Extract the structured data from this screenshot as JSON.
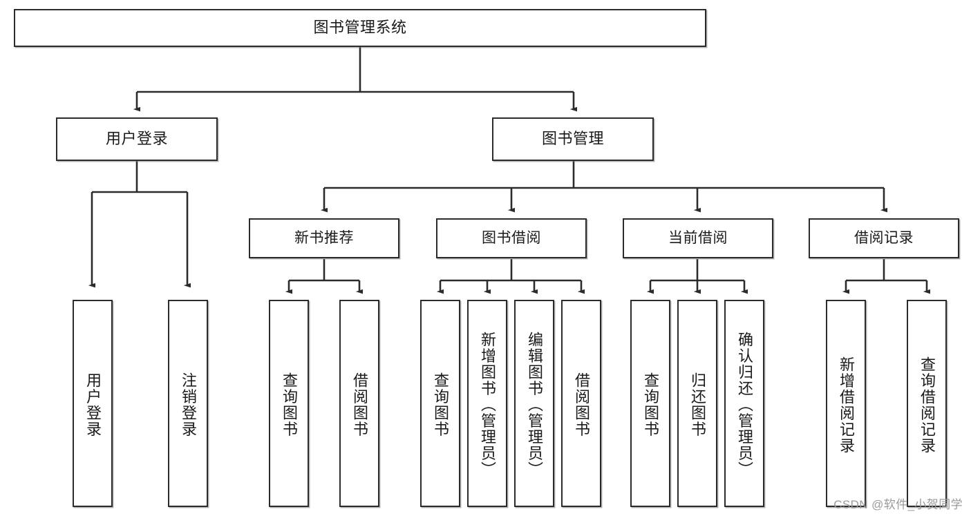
{
  "diagram": {
    "title": "图书管理系统",
    "type": "tree-hierarchy-diagram",
    "colors": {
      "box_border": "#2b2b2b",
      "box_fill": "#ffffff",
      "connector": "#2b2b2b",
      "text": "#1a1a1a",
      "watermark": "#9a9a9a",
      "background": "#ffffff"
    },
    "root": {
      "id": "root",
      "label": "图书管理系统"
    },
    "level2": [
      {
        "id": "user-login",
        "label": "用户登录"
      },
      {
        "id": "book-management",
        "label": "图书管理"
      }
    ],
    "level3": [
      {
        "id": "new-book-recommend",
        "label": "新书推荐"
      },
      {
        "id": "book-borrow",
        "label": "图书借阅"
      },
      {
        "id": "current-borrow",
        "label": "当前借阅"
      },
      {
        "id": "borrow-record",
        "label": "借阅记录"
      }
    ],
    "leaves": {
      "user-login": [
        {
          "id": "leaf-user-login",
          "label": "用户登录"
        },
        {
          "id": "leaf-user-logout",
          "label": "注销登录"
        }
      ],
      "new-book-recommend": [
        {
          "id": "leaf-query-book-1",
          "label": "查询图书"
        },
        {
          "id": "leaf-borrow-book-1",
          "label": "借阅图书"
        }
      ],
      "book-borrow": [
        {
          "id": "leaf-query-book-2",
          "label": "查询图书"
        },
        {
          "id": "leaf-add-book",
          "label": "新增图书（管理员）"
        },
        {
          "id": "leaf-edit-book",
          "label": "编辑图书（管理员）"
        },
        {
          "id": "leaf-borrow-book-2",
          "label": "借阅图书"
        }
      ],
      "current-borrow": [
        {
          "id": "leaf-query-book-3",
          "label": "查询图书"
        },
        {
          "id": "leaf-return-book",
          "label": "归还图书"
        },
        {
          "id": "leaf-confirm-return",
          "label": "确认归还（管理员）"
        }
      ],
      "borrow-record": [
        {
          "id": "leaf-add-record",
          "label": "新增借阅记录"
        },
        {
          "id": "leaf-query-record",
          "label": "查询借阅记录"
        }
      ]
    }
  },
  "watermark": {
    "text": "CSDN @软件_小贺同学"
  }
}
